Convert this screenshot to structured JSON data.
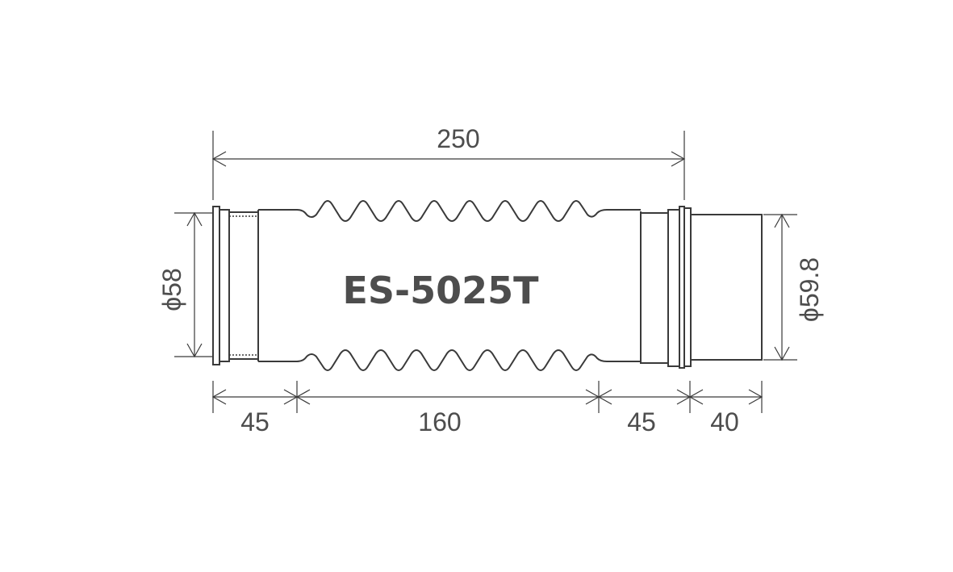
{
  "product": {
    "model": "ES-5025T"
  },
  "dimensions": {
    "overall_length": "250",
    "left_diameter": "ϕ58",
    "right_diameter": "ϕ59.8",
    "segment_left_socket": "45",
    "segment_bellows": "160",
    "segment_right_socket": "45",
    "segment_spigot": "40"
  },
  "colors": {
    "line": "#3a3a3a",
    "text": "#4d4d4d"
  }
}
